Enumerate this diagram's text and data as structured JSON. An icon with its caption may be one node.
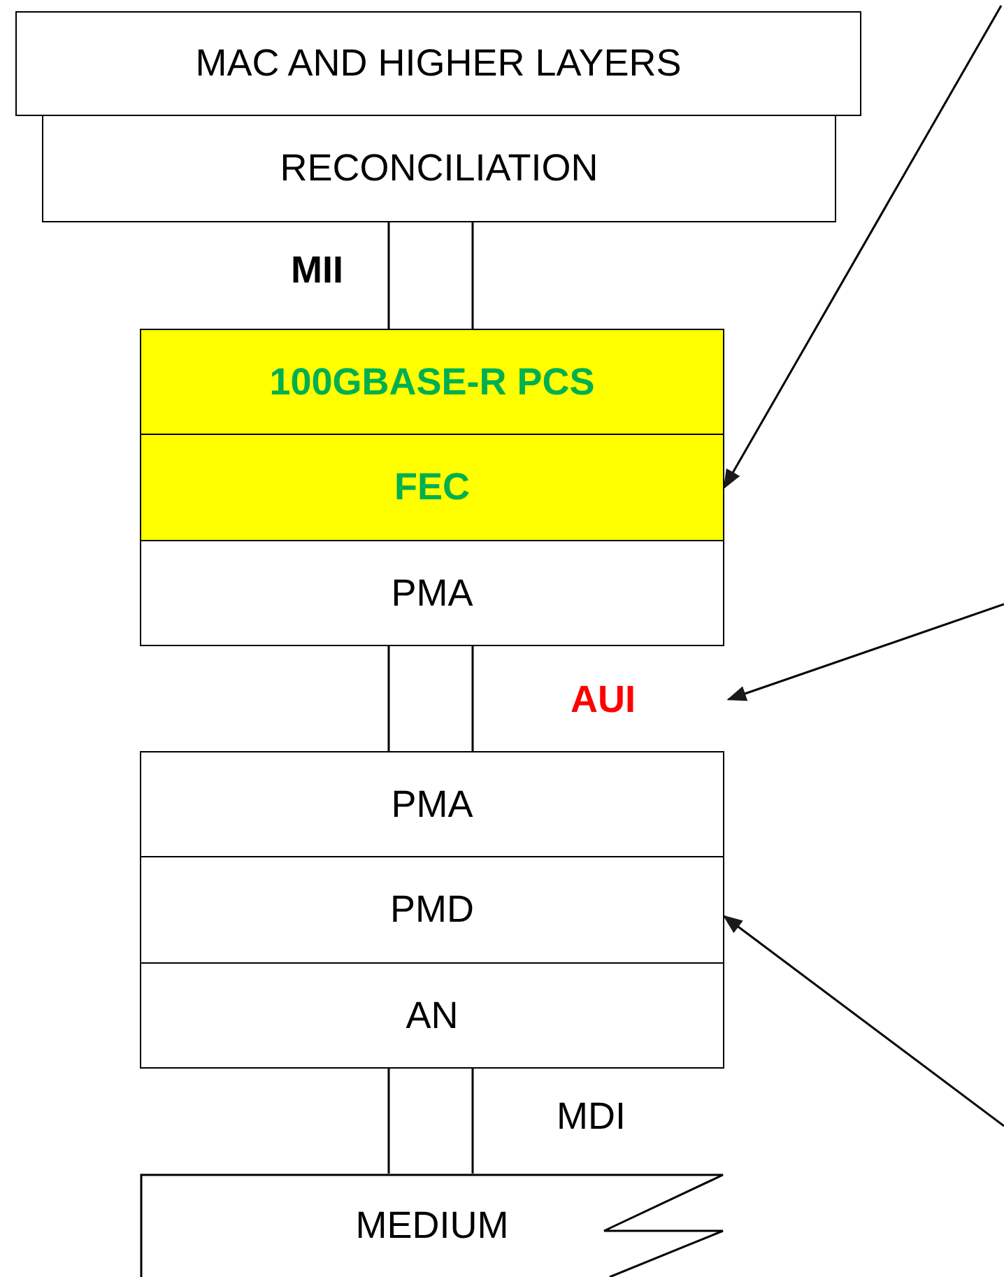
{
  "diagram": {
    "nodes": [
      {
        "text": [
          "MAC AND HIGHER LAYERS"
        ]
      },
      {
        "text": [
          "RECONCILIATION"
        ]
      },
      {
        "text": [
          "100GBASE-R PCS"
        ]
      },
      {
        "text": [
          "FEC"
        ]
      },
      {
        "text": [
          "PMA"
        ]
      },
      {
        "text": [
          "AUI"
        ]
      },
      {
        "text": [
          "PMA"
        ]
      },
      {
        "text": [
          "PMD"
        ]
      },
      {
        "text": [
          "AN"
        ]
      },
      {
        "text": [
          "MEDIUM"
        ]
      }
    ],
    "edges": [
      {
        "from": 1,
        "to": 2,
        "arrow": "none",
        "label": "MII"
      },
      {
        "from": 4,
        "to": 6,
        "arrow": "none"
      },
      {
        "from": 8,
        "to": 9,
        "arrow": "none",
        "label": "MDI"
      },
      {
        "from": null,
        "to": 3,
        "arrow": "to"
      },
      {
        "from": null,
        "to": 5,
        "arrow": "to"
      },
      {
        "from": null,
        "to": 7,
        "arrow": "to"
      }
    ]
  }
}
